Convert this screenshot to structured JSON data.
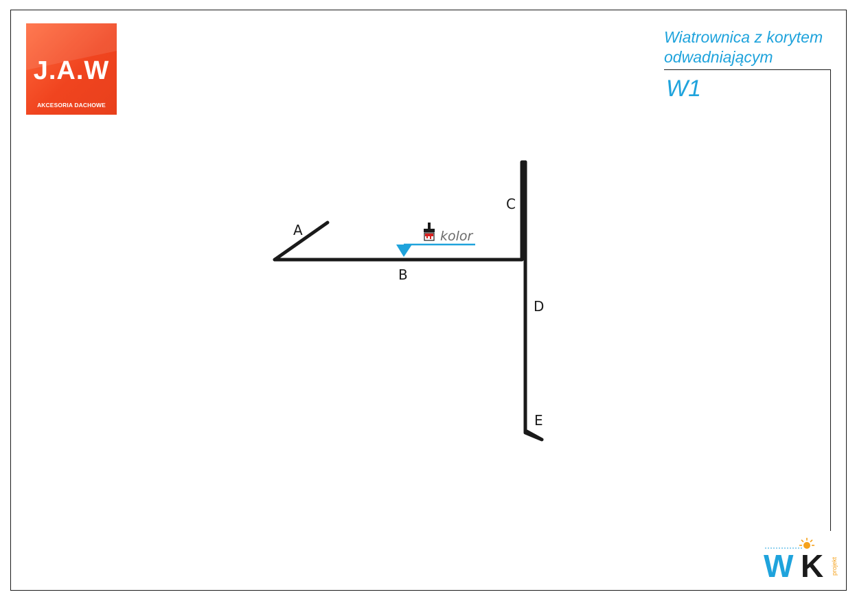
{
  "logo": {
    "main": "J.A.W",
    "sub": "AKCESORIA DACHOWE",
    "color": "#f0441f"
  },
  "title": {
    "line1": "Wiatrownica z korytem",
    "line2": "odwadniającym",
    "code": "W1",
    "color": "#1fa3dc"
  },
  "drawing": {
    "segments": [
      "A",
      "B",
      "C",
      "D",
      "E"
    ],
    "color_note": "kolor",
    "profile_color": "#1a1a1a",
    "marker_color": "#1fa3dc",
    "brush_icon": "paint-brush-icon"
  },
  "footer_logo": {
    "letters": "WK",
    "vertical_text": "projekt",
    "icon": "sun-icon"
  }
}
